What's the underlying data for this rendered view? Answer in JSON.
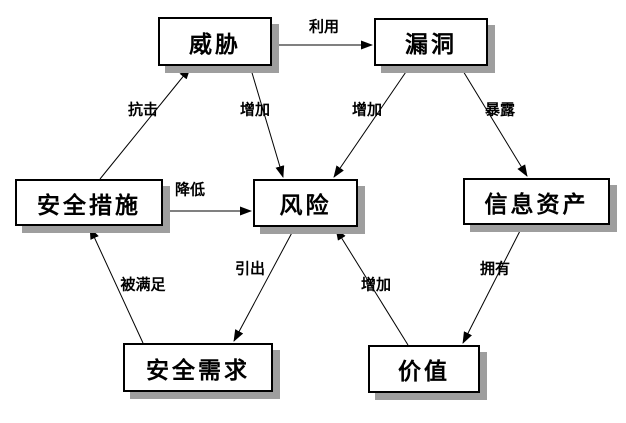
{
  "diagram": {
    "nodes": [
      {
        "id": "threat",
        "label": "威胁"
      },
      {
        "id": "vulnerability",
        "label": "漏洞"
      },
      {
        "id": "security-measures",
        "label": "安全措施"
      },
      {
        "id": "risk",
        "label": "风险"
      },
      {
        "id": "information-assets",
        "label": "信息资产"
      },
      {
        "id": "security-requirements",
        "label": "安全需求"
      },
      {
        "id": "value",
        "label": "价值"
      }
    ],
    "edges": [
      {
        "from": "threat",
        "to": "vulnerability",
        "label": "利用"
      },
      {
        "from": "security-measures",
        "to": "threat",
        "label": "抗击"
      },
      {
        "from": "threat",
        "to": "risk",
        "label": "增加"
      },
      {
        "from": "vulnerability",
        "to": "risk",
        "label": "增加"
      },
      {
        "from": "vulnerability",
        "to": "information-assets",
        "label": "暴露"
      },
      {
        "from": "security-measures",
        "to": "risk",
        "label": "降低"
      },
      {
        "from": "security-requirements",
        "to": "security-measures",
        "label": "被满足"
      },
      {
        "from": "risk",
        "to": "security-requirements",
        "label": "引出"
      },
      {
        "from": "value",
        "to": "risk",
        "label": "增加"
      },
      {
        "from": "information-assets",
        "to": "value",
        "label": "拥有"
      }
    ],
    "colors": {
      "background": "#ffffff",
      "box_fill": "#ffffff",
      "box_border": "#000000",
      "box_shadow": "#9e9e9e",
      "arrow": "#000000",
      "text": "#000000"
    }
  }
}
